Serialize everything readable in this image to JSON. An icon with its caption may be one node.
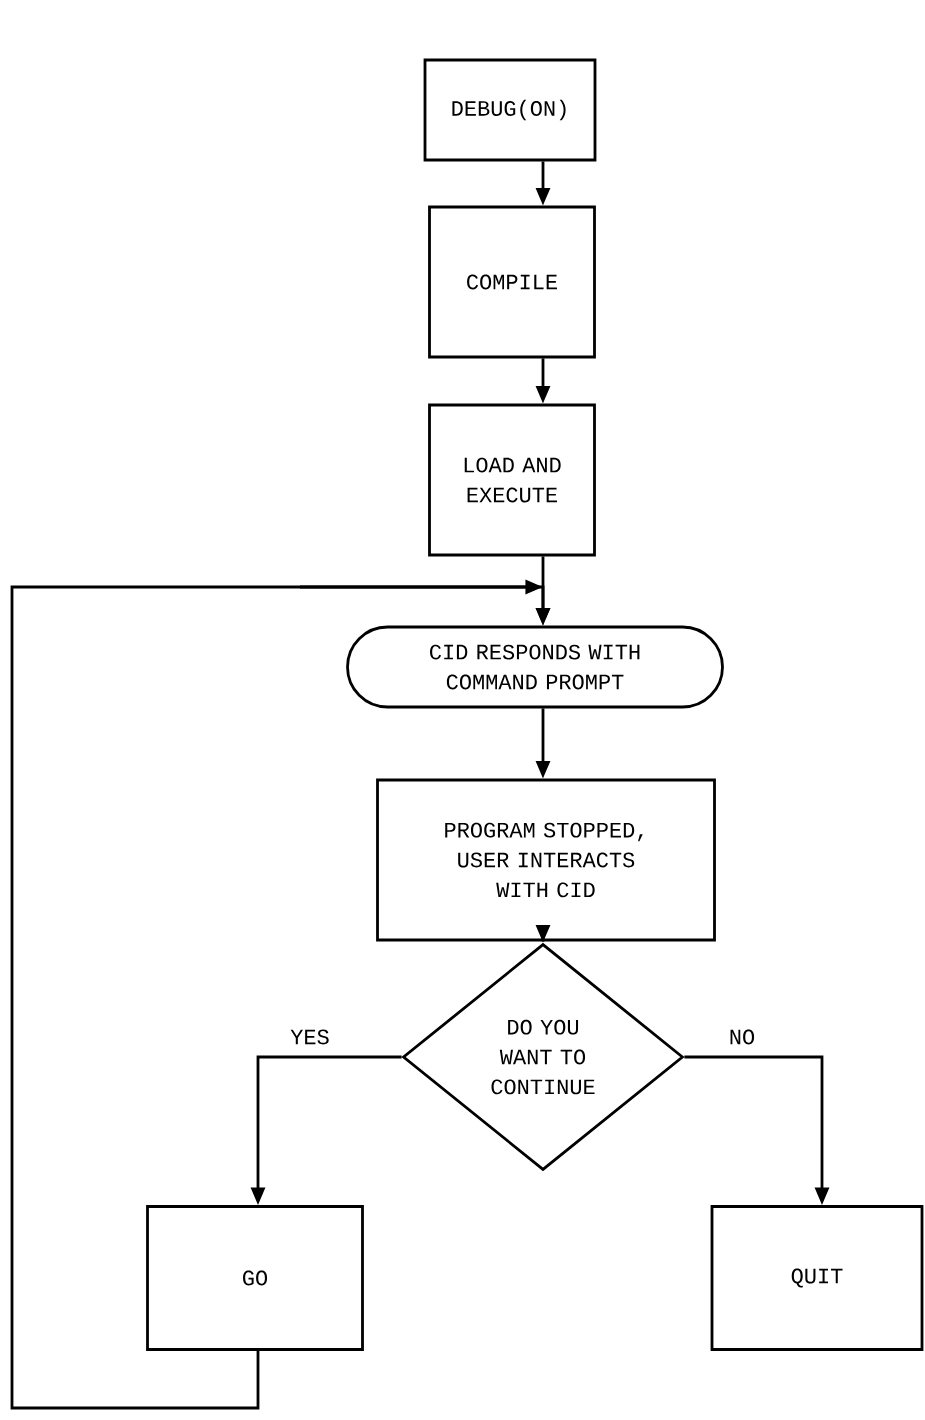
{
  "diagram": {
    "nodes": [
      {
        "text": [
          "DEBUG(ON)"
        ]
      },
      {
        "text": [
          "COMPILE"
        ]
      },
      {
        "text": [
          "LOAD AND EXECUTE"
        ]
      },
      {
        "text": [
          "CID RESPONDS WITH COMMAND PROMPT"
        ]
      },
      {
        "text": [
          "PROGRAM STOPPED, USER INTERACTS WITH CID"
        ]
      },
      {
        "text": [
          "DO YOU WANT TO CONTINUE"
        ]
      },
      {
        "text": [
          "GO"
        ]
      },
      {
        "text": [
          "QUIT"
        ]
      }
    ],
    "edges": [
      {
        "from": 0,
        "to": 1,
        "arrow": "to"
      },
      {
        "from": 1,
        "to": 2,
        "arrow": "to"
      },
      {
        "from": 2,
        "to": 3,
        "arrow": "to"
      },
      {
        "from": 3,
        "to": 4,
        "arrow": "to"
      },
      {
        "from": 4,
        "to": 5,
        "arrow": "to"
      },
      {
        "from": 5,
        "to": 6,
        "label": "YES",
        "arrow": "to"
      },
      {
        "from": 5,
        "to": 7,
        "label": "NO",
        "arrow": "to"
      },
      {
        "from": 6,
        "to": 3,
        "arrow": "to"
      }
    ]
  }
}
